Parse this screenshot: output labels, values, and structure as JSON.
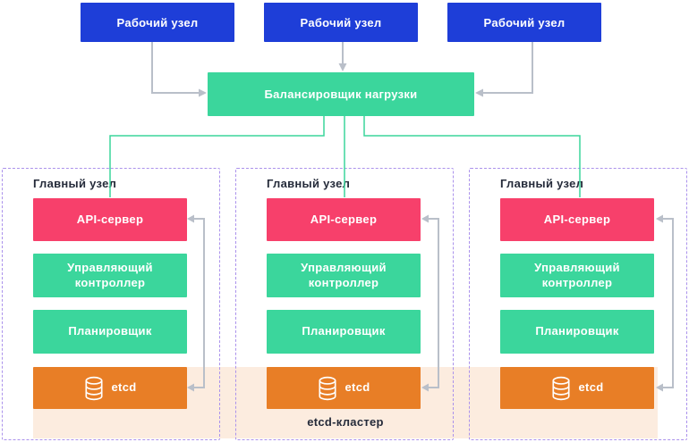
{
  "colors": {
    "blue": "#1e3ed8",
    "green": "#3bd69c",
    "pink": "#f7406b",
    "orange": "#e87e26",
    "peach": "#fcecdf",
    "dash": "#ab92ec",
    "gray": "#b9bfc9",
    "text_dark": "#252b3a",
    "text_light": "#ffffff"
  },
  "workers": [
    {
      "label": "Рабочий узел"
    },
    {
      "label": "Рабочий узел"
    },
    {
      "label": "Рабочий узел"
    }
  ],
  "load_balancer": {
    "label": "Балансировщик нагрузки"
  },
  "masters": [
    {
      "title": "Главный узел",
      "api_server": "API-сервер",
      "controller": "Управляющий контроллер",
      "scheduler": "Планировщик",
      "etcd_label": "etcd"
    },
    {
      "title": "Главный узел",
      "api_server": "API-сервер",
      "controller": "Управляющий контроллер",
      "scheduler": "Планировщик",
      "etcd_label": "etcd"
    },
    {
      "title": "Главный узел",
      "api_server": "API-сервер",
      "controller": "Управляющий контроллер",
      "scheduler": "Планировщик",
      "etcd_label": "etcd"
    }
  ],
  "etcd_cluster": {
    "label": "etcd-кластер"
  },
  "icons": {
    "etcd": "database-cylinder-icon"
  }
}
